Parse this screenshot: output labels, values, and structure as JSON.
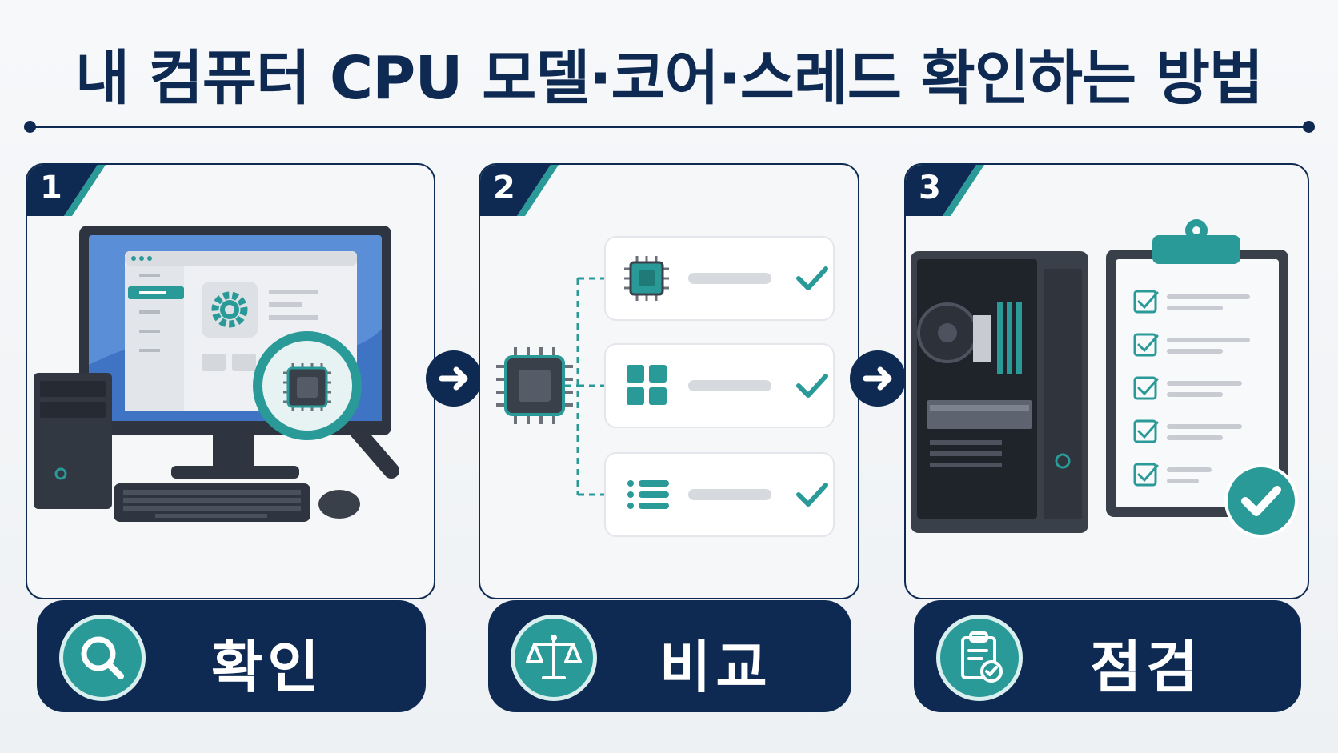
{
  "title": "내 컴퓨터 CPU 모델·코어·스레드 확인하는 방법",
  "steps": [
    {
      "number": "1",
      "label": "확인",
      "icon": "magnifier-icon"
    },
    {
      "number": "2",
      "label": "비교",
      "icon": "scale-icon"
    },
    {
      "number": "3",
      "label": "점검",
      "icon": "clipboard-check-icon"
    }
  ],
  "colors": {
    "navy": "#0e2a52",
    "teal": "#2a9a98",
    "light_teal": "#d9efee"
  }
}
